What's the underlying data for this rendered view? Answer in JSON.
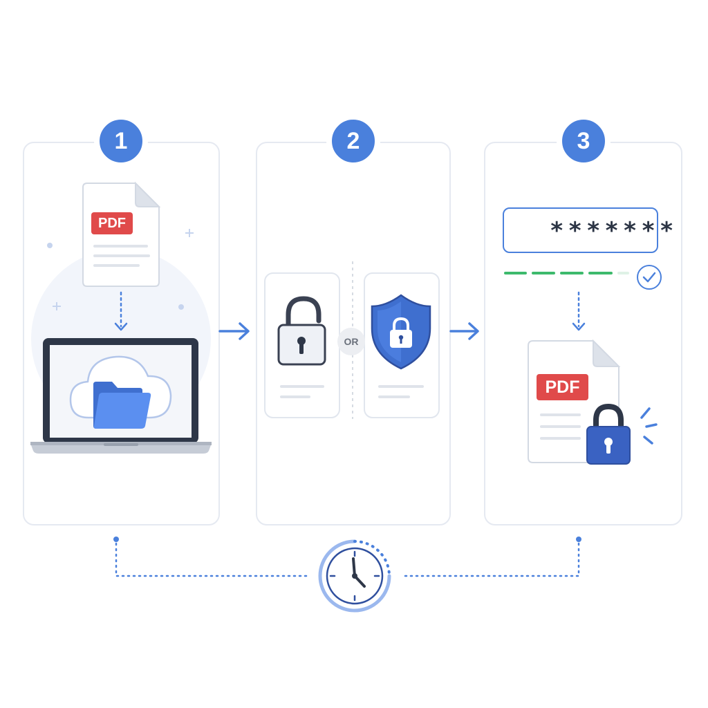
{
  "steps": [
    {
      "number": "1",
      "pdf_label": "PDF"
    },
    {
      "number": "2",
      "or_label": "OR"
    },
    {
      "number": "3",
      "password_mask": "*******",
      "pdf_label": "PDF"
    }
  ],
  "colors": {
    "accent": "#4a80dc",
    "pdf_red": "#e04a4a",
    "strength_green": "#3dba6c",
    "lock_navy": "#2f4f9e"
  },
  "icons": [
    "pdf-file-icon",
    "laptop-icon",
    "cloud-icon",
    "folder-icon",
    "unlocked-padlock-icon",
    "shield-lock-icon",
    "padlock-icon",
    "checkmark-icon",
    "clock-icon",
    "arrow-right-icon"
  ]
}
